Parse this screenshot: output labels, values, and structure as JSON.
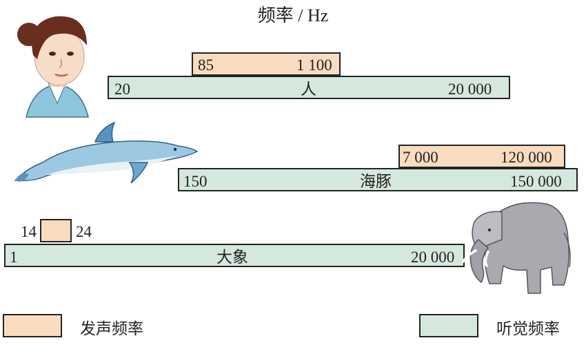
{
  "title": "频率 / Hz",
  "human": {
    "name": "人",
    "hearing_min": "20",
    "hearing_max": "20 000",
    "sound_min": "85",
    "sound_max": "1 100",
    "icon": "woman-face-icon"
  },
  "dolphin": {
    "name": "海豚",
    "hearing_min": "150",
    "hearing_max": "150 000",
    "sound_min": "7 000",
    "sound_max": "120 000",
    "icon": "dolphin-icon"
  },
  "elephant": {
    "name": "大象",
    "hearing_min": "1",
    "hearing_max": "20 000",
    "sound_min": "14",
    "sound_max": "24",
    "icon": "elephant-icon"
  },
  "legend": {
    "emit_label": "发声频率",
    "hear_label": "听觉频率"
  },
  "colors": {
    "hearing": "#d5e8dd",
    "sound": "#f9dcc0",
    "border": "#222222"
  }
}
